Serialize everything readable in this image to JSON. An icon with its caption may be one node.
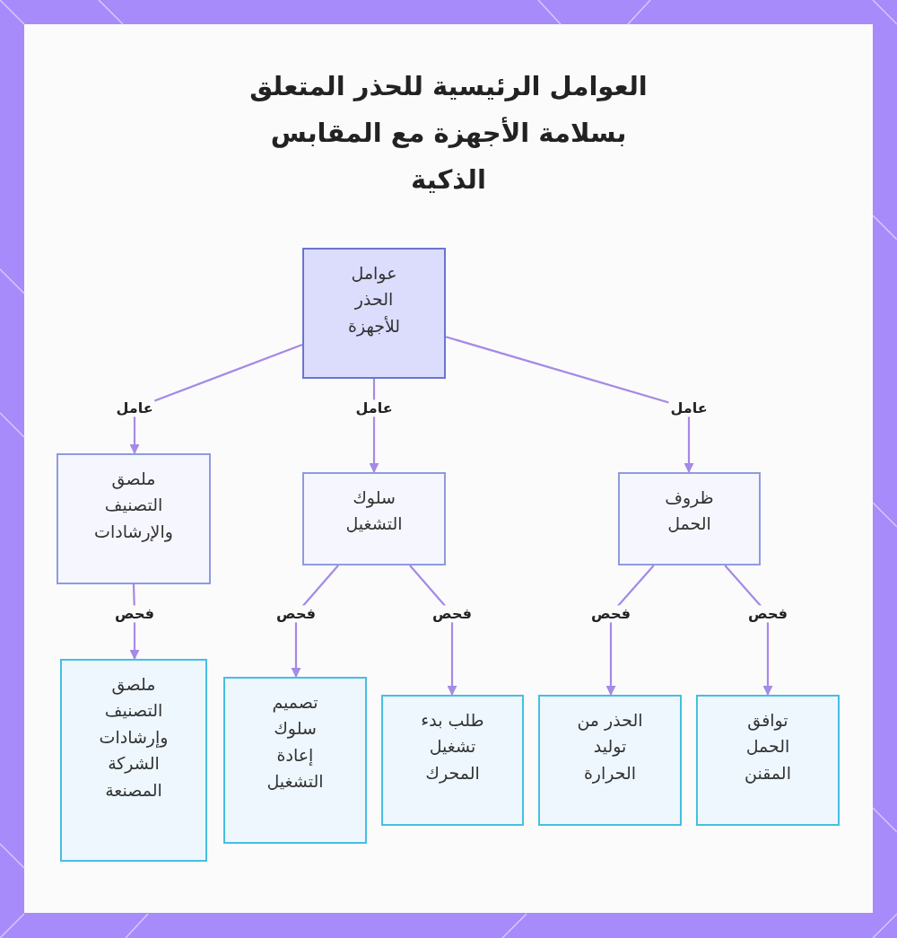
{
  "diagram": {
    "title": "العوامل الرئيسية للحذر المتعلق بسلامة الأجهزة مع المقابس الذكية",
    "nodes": [
      {
        "text": [
          "عوامل الحذر للأجهزة"
        ]
      },
      {
        "text": [
          "ملصق التصنيف والإرشادات"
        ]
      },
      {
        "text": [
          "سلوك التشغيل"
        ]
      },
      {
        "text": [
          "ظروف الحمل"
        ]
      },
      {
        "text": [
          "ملصق التصنيف وإرشادات الشركة المصنعة"
        ]
      },
      {
        "text": [
          "تصميم سلوك إعادة التشغيل"
        ]
      },
      {
        "text": [
          "طلب بدء تشغيل المحرك"
        ]
      },
      {
        "text": [
          "الحذر من توليد الحرارة"
        ]
      },
      {
        "text": [
          "توافق الحمل المقنن"
        ]
      }
    ],
    "edges": [
      {
        "from": 0,
        "to": 1,
        "arrow": "to",
        "label": "عامل"
      },
      {
        "from": 0,
        "to": 2,
        "arrow": "to",
        "label": "عامل"
      },
      {
        "from": 0,
        "to": 3,
        "arrow": "to",
        "label": "عامل"
      },
      {
        "from": 1,
        "to": 4,
        "arrow": "to",
        "label": "فحص"
      },
      {
        "from": 2,
        "to": 5,
        "arrow": "to",
        "label": "فحص"
      },
      {
        "from": 2,
        "to": 6,
        "arrow": "to",
        "label": "فحص"
      },
      {
        "from": 3,
        "to": 7,
        "arrow": "to",
        "label": "فحص"
      },
      {
        "from": 3,
        "to": 8,
        "arrow": "to",
        "label": "فحص"
      }
    ]
  }
}
